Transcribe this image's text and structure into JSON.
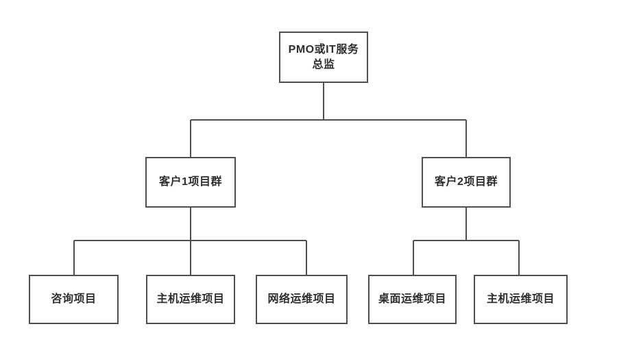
{
  "diagram": {
    "type": "org-chart",
    "background_color": "#ffffff",
    "line_color": "#4d4d52",
    "text_color": "#2d2d2d",
    "nodes": {
      "root": {
        "label_line1": "PMO或IT服务",
        "label_line2": "总监"
      },
      "group1": {
        "label": "客户1项目群"
      },
      "group2": {
        "label": "客户2项目群"
      },
      "g1_child1": {
        "label": "咨询项目"
      },
      "g1_child2": {
        "label": "主机运维项目"
      },
      "g1_child3": {
        "label": "网络运维项目"
      },
      "g2_child1": {
        "label": "桌面运维项目"
      },
      "g2_child2": {
        "label": "主机运维项目"
      }
    },
    "hierarchy": [
      {
        "parent": "root",
        "children": [
          "group1",
          "group2"
        ]
      },
      {
        "parent": "group1",
        "children": [
          "g1_child1",
          "g1_child2",
          "g1_child3"
        ]
      },
      {
        "parent": "group2",
        "children": [
          "g2_child1",
          "g2_child2"
        ]
      }
    ]
  }
}
